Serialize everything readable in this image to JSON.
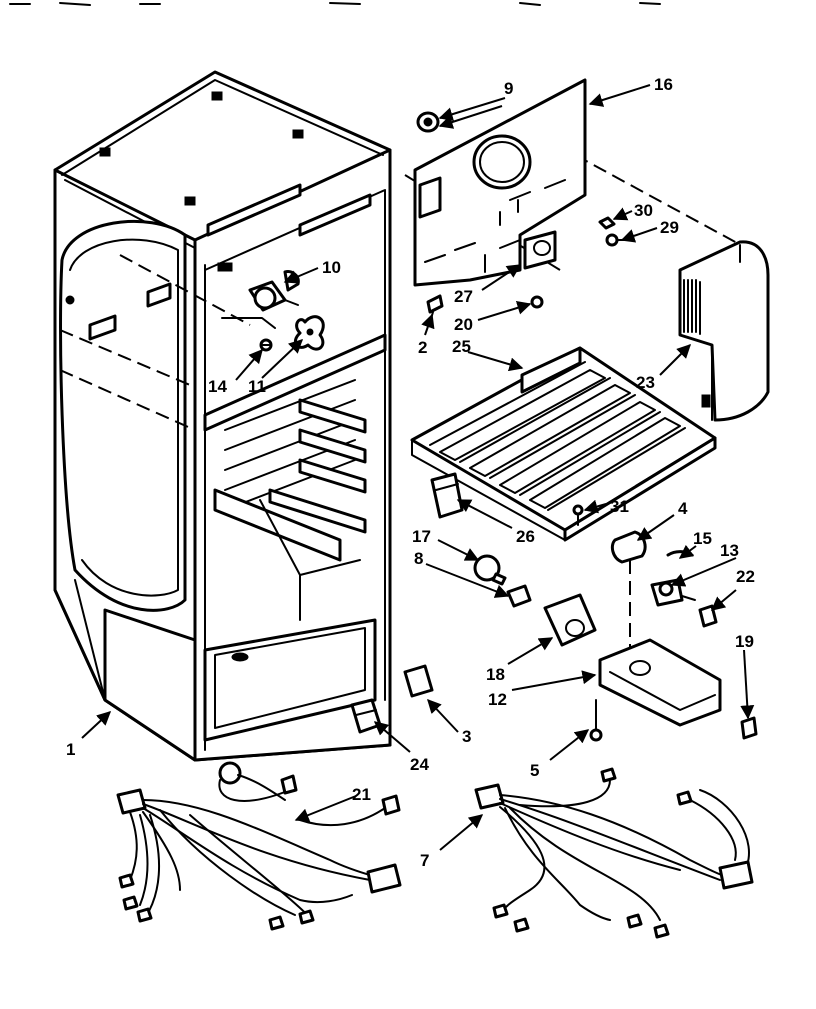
{
  "diagram": {
    "line_color": "#000000",
    "background": "#ffffff",
    "callouts": [
      "1",
      "2",
      "3",
      "4",
      "5",
      "7",
      "8",
      "9",
      "10",
      "11",
      "12",
      "13",
      "14",
      "15",
      "16",
      "17",
      "18",
      "19",
      "20",
      "21",
      "22",
      "23",
      "24",
      "25",
      "26",
      "27",
      "29",
      "30",
      "31"
    ],
    "callout_1": "1",
    "callout_2": "2",
    "callout_3": "3",
    "callout_4": "4",
    "callout_5": "5",
    "callout_7": "7",
    "callout_8": "8",
    "callout_9": "9",
    "callout_10": "10",
    "callout_11": "11",
    "callout_12": "12",
    "callout_13": "13",
    "callout_14": "14",
    "callout_15": "15",
    "callout_16": "16",
    "callout_17": "17",
    "callout_18": "18",
    "callout_19": "19",
    "callout_20": "20",
    "callout_21": "21",
    "callout_22": "22",
    "callout_23": "23",
    "callout_24": "24",
    "callout_25": "25",
    "callout_26": "26",
    "callout_27": "27",
    "callout_29": "29",
    "callout_30": "30",
    "callout_31": "31"
  }
}
